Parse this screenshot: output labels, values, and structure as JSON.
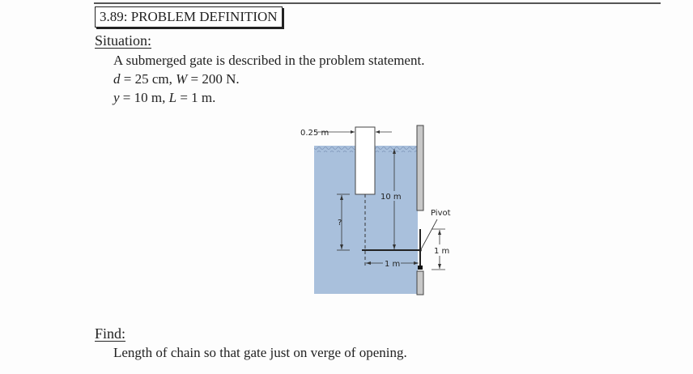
{
  "header": {
    "title": "3.89: PROBLEM DEFINITION"
  },
  "situation": {
    "heading": "Situation:",
    "description": "A submerged gate is described in the problem statement.",
    "given_line1": {
      "d_var": "d",
      "d_val": " = 25 cm, ",
      "W_var": "W",
      "W_val": " = 200 N."
    },
    "given_line2": {
      "y_var": "y",
      "y_val": " = 10 m, ",
      "L_var": "L",
      "L_val": " = 1 m."
    }
  },
  "figure": {
    "width_label": "0.25 m",
    "depth_label": "10 m",
    "unknown_label": "?",
    "pivot_label": "Pivot",
    "gate_length_label": "1 m",
    "arm_length_label": "1 m",
    "water_color": "#a9c0dc",
    "wall_color": "#c8c8c8"
  },
  "find": {
    "heading": "Find:",
    "text": "Length of chain so that gate just on verge of opening."
  }
}
